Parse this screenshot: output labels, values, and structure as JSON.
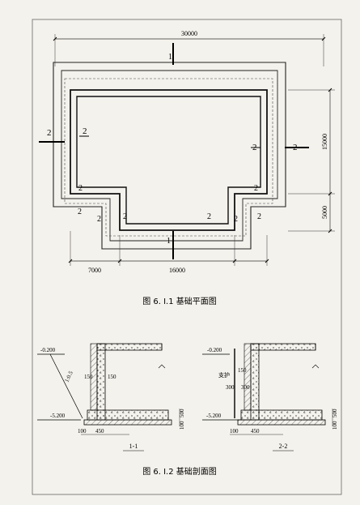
{
  "plan": {
    "dims": {
      "top": "30000",
      "bottom_left": "7000",
      "bottom_mid": "16000",
      "right_upper": "15000",
      "right_lower": "5000"
    },
    "section_marks": {
      "s1": "1",
      "s2": "2"
    }
  },
  "captions": {
    "fig1": "图 6. I.1   基础平面图",
    "fig2": "图 6. I.2   基础剖面图"
  },
  "sections": {
    "left": {
      "elev_top": "-0.200",
      "elev_bottom": "-5.200",
      "slope": "1:0.5",
      "wall_dim_left": "150",
      "wall_dim_right": "150",
      "dim_100": "100",
      "dim_450": "450",
      "dim_500": "500",
      "dim_100r": "100",
      "label": "1-1"
    },
    "right": {
      "elev_top": "-0.200",
      "elev_bottom": "-5.200",
      "support": "支护",
      "d150": "150",
      "d300a": "300",
      "d300b": "300",
      "dim_100": "100",
      "dim_450": "450",
      "dim_500": "500",
      "dim_100r": "100",
      "label": "2-2"
    }
  }
}
